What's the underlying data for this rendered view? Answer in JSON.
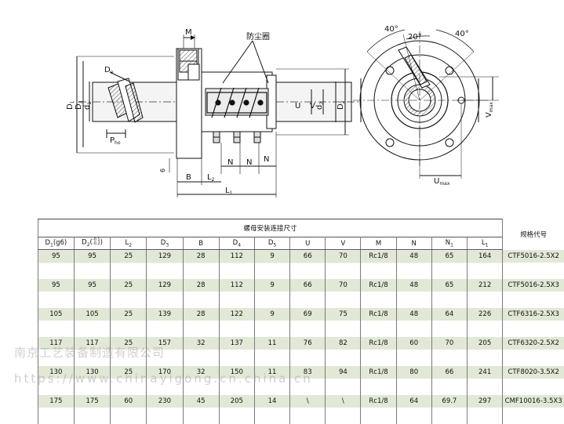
{
  "drawing": {
    "labels": {
      "M": "M",
      "dust_ring": "防尘圈",
      "De": "D",
      "De_sub": "e",
      "D1": "D",
      "D1_sub": "1",
      "D3": "D",
      "D3_sub": "3",
      "d1": "d",
      "d1_sub": "1",
      "Pho": "P",
      "Pho_sub": "ho",
      "six": "6",
      "B": "B",
      "L2": "L",
      "L2_sub": "2",
      "L1": "L",
      "L1_sub": "1",
      "N": "N",
      "U": "U",
      "V": "V",
      "d2": "d",
      "d2_sub": "2",
      "D2": "D",
      "D2_sub": "2",
      "angle40a": "40°",
      "angle20": "20°",
      "angle40b": "40°",
      "Vmax": "V",
      "Vmax_sub": "max",
      "Umax": "U",
      "Umax_sub": "max"
    }
  },
  "table": {
    "group_title": "螺母安装连接尺寸",
    "code_header": "规格代号",
    "headers": [
      {
        "base": "D",
        "sub": "1",
        "tail": "(g6)"
      },
      {
        "base": "D",
        "sub": "2",
        "tail": "(",
        "sup": "-0.1",
        "sub2": "-0.2",
        "tail2": ")"
      },
      {
        "base": "L",
        "sub": "2",
        "tail": ""
      },
      {
        "base": "D",
        "sub": "3",
        "tail": ""
      },
      {
        "base": "B",
        "sub": "",
        "tail": ""
      },
      {
        "base": "D",
        "sub": "4",
        "tail": ""
      },
      {
        "base": "D",
        "sub": "5",
        "tail": ""
      },
      {
        "base": "U",
        "sub": "",
        "tail": ""
      },
      {
        "base": "V",
        "sub": "",
        "tail": ""
      },
      {
        "base": "M",
        "sub": "",
        "tail": ""
      },
      {
        "base": "N",
        "sub": "",
        "tail": ""
      },
      {
        "base": "N",
        "sub": "1",
        "tail": ""
      },
      {
        "base": "L",
        "sub": "1",
        "tail": ""
      }
    ],
    "rows": [
      {
        "vals": [
          "95",
          "95",
          "25",
          "129",
          "28",
          "112",
          "9",
          "66",
          "70",
          "Rc1/8",
          "48",
          "65",
          "164"
        ],
        "code": "CTF5016-2.5X2"
      },
      {
        "vals": [
          "95",
          "95",
          "25",
          "129",
          "28",
          "112",
          "9",
          "66",
          "70",
          "Rc1/8",
          "48",
          "65",
          "212"
        ],
        "code": "CTF5016-2.5X3"
      },
      {
        "vals": [
          "105",
          "105",
          "25",
          "139",
          "28",
          "122",
          "9",
          "69",
          "75",
          "Rc1/8",
          "48",
          "64",
          "226"
        ],
        "code": "CTF6316-2.5X3"
      },
      {
        "vals": [
          "117",
          "117",
          "25",
          "157",
          "32",
          "137",
          "11",
          "76",
          "82",
          "Rc1/8",
          "60",
          "70",
          "205"
        ],
        "code": "CTF6320-2.5X2"
      },
      {
        "vals": [
          "130",
          "130",
          "25",
          "170",
          "32",
          "150",
          "11",
          "83",
          "94",
          "Rc1/8",
          "80",
          "66",
          "241"
        ],
        "code": "CTF8020-3.5X2"
      },
      {
        "vals": [
          "175",
          "175",
          "60",
          "230",
          "45",
          "205",
          "14",
          "\\",
          "\\",
          "Rc1/8",
          "64",
          "69.7",
          "297"
        ],
        "code": "CMF10016-3.5X3"
      }
    ]
  },
  "watermark": {
    "line1": "南京工艺装备制造有限公司",
    "line2": "https://www.chinayigong.cn.china.cn"
  }
}
